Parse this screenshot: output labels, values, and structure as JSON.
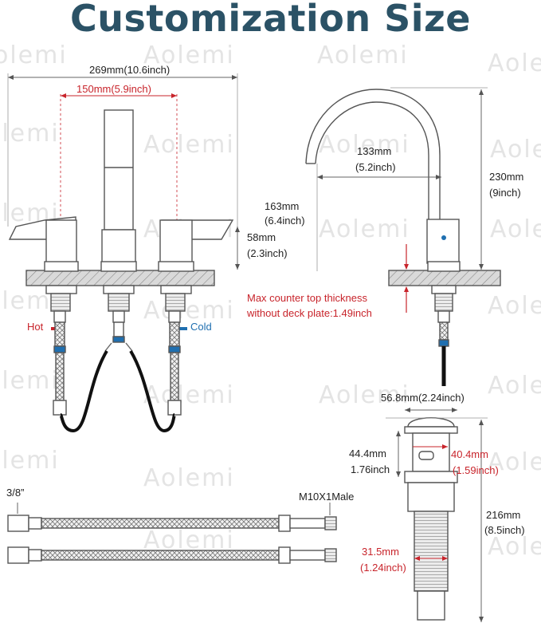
{
  "title": "Customization Size",
  "watermark": "Aolemi",
  "colors": {
    "title": "#2b5266",
    "accent_red": "#c8242b",
    "cold_blue": "#1f6fb0"
  },
  "labels": {
    "overall_width": "269mm(10.6inch)",
    "center_spread": "150mm(5.9inch)",
    "spout_height_mm": "163mm",
    "spout_height_in": "(6.4inch)",
    "handle_height_mm": "58mm",
    "handle_height_in": "(2.3inch)",
    "spout_reach_mm": "133mm",
    "spout_reach_in": "(5.2inch)",
    "total_height_mm": "230mm",
    "total_height_in": "(9inch)",
    "counter_line1": "Max counter top thickness",
    "counter_line2": "without deck plate:1.49inch",
    "hot": "Hot",
    "cold": "Cold",
    "drain_width": "56.8mm(2.24inch)",
    "drain_cap_mm": "44.4mm",
    "drain_cap_in": "1.76inch",
    "drain_body_mm": "40.4mm",
    "drain_body_in": "(1.59inch)",
    "drain_height_mm": "216mm",
    "drain_height_in": "(8.5inch)",
    "drain_pipe_mm": "31.5mm",
    "drain_pipe_in": "(1.24inch)",
    "hose_size": "3/8”",
    "hose_thread": "M10X1Male"
  }
}
